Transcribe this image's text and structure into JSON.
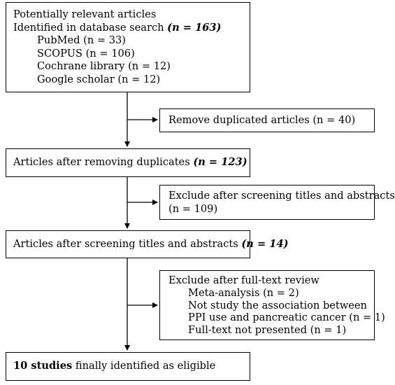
{
  "identification": {
    "line1": "Potentially relevant articles",
    "line2_prefix": "Identified in database search ",
    "line2_bold": "(n = 163)",
    "sources": [
      {
        "name": "PubMed",
        "count": "(n = 33)"
      },
      {
        "name": "SCOPUS",
        "count": "(n = 106)"
      },
      {
        "name": "Cochrane library",
        "count": "(n = 12)"
      },
      {
        "name": "Google scholar",
        "count": "(n = 12)"
      }
    ]
  },
  "remove_duplicates": {
    "text": "Remove duplicated articles",
    "count": "(n = 40)"
  },
  "after_duplicates": {
    "text": "Articles after removing duplicates ",
    "count_bold": "(n = 123)"
  },
  "exclude_screening": {
    "line1": "Exclude after screening titles and abstracts",
    "line2": "(n = 109)"
  },
  "after_screening": {
    "text": "Articles after screening titles and abstracts ",
    "count_bold": "(n = 14)"
  },
  "exclude_fulltext": {
    "title": "Exclude after full-text review",
    "item1": "Meta-analysis (n = 2)",
    "item2_line1": "Not study the association between",
    "item2_line2": "PPI use and pancreatic cancer (n = 1)",
    "item3": "Full-text not presented (n = 1)"
  },
  "eligible": {
    "bold": "10 studies",
    "text": " finally identified as eligible"
  }
}
